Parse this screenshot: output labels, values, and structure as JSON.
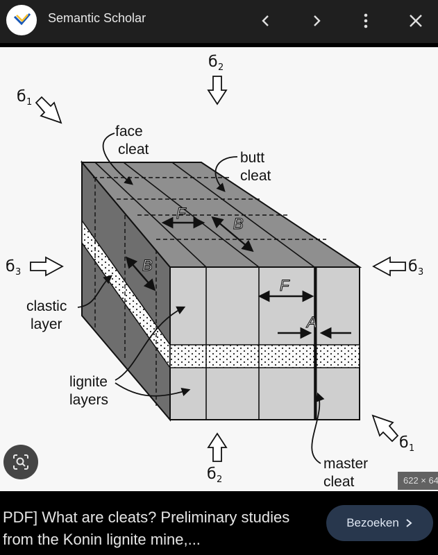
{
  "app": {
    "title": "Semantic Scholar",
    "icons": {
      "logo": "semantic-scholar-logo",
      "back": "chevron-left-icon",
      "forward": "chevron-right-icon",
      "more": "more-vertical-icon",
      "close": "close-icon"
    }
  },
  "diagram": {
    "labels": {
      "face_cleat_1": "face",
      "face_cleat_2": "cleat",
      "butt_cleat_1": "butt",
      "butt_cleat_2": "cleat",
      "clastic_1": "clastic",
      "clastic_2": "layer",
      "lignite_1": "lignite",
      "lignite_2": "layers",
      "master_1": "master",
      "master_2": "cleat"
    },
    "stress": {
      "sigma_symbol": "б",
      "sub_1": "1",
      "sub_2": "2",
      "sub_3": "3"
    },
    "letters": {
      "F": "F",
      "B": "B",
      "A": "A"
    }
  },
  "lens": {
    "icon": "lens-search-icon"
  },
  "image_info": {
    "dimensions": "622 × 64"
  },
  "caption": {
    "title": "PDF] What are cleats? Preliminary studies from the Konin lignite mine,..."
  },
  "actions": {
    "visit_label": "Bezoeken",
    "visit_icon": "chevron-right-icon"
  },
  "colors": {
    "topbar": "#1f1f1f",
    "button": "#28374d",
    "block_top": "#8f8f8f",
    "block_side": "#6e6e6e",
    "block_front": "#cfcfcf"
  }
}
